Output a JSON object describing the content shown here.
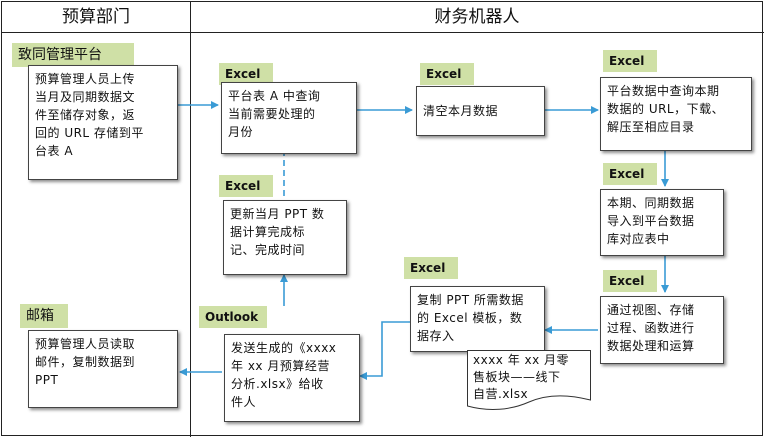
{
  "lanes": {
    "left": "预算部门",
    "right": "财务机器人"
  },
  "tags": {
    "zhitong": "致同管理平台",
    "mail": "邮箱",
    "excel": "Excel",
    "outlook": "Outlook"
  },
  "boxes": {
    "upload": "预算管理人员上传\n当月及同期数据文\n件至储存对象，返\n回的 URL 存储到平\n台表 A",
    "query_a": "平台表 A 中查询\n当前需要处理的\n月份",
    "clear": "清空本月数据",
    "query_url": "平台数据中查询本期\n数据的 URL，下载、\n解压至相应目录",
    "import": "本期、同期数据\n导入到平台数据\n库对应表中",
    "process": "通过视图、存储\n过程、函数进行\n数据处理和运算",
    "copy": "复制 PPT 所需数据\n的 Excel 模板，数\n据存入",
    "update": "更新当月 PPT 数\n据计算完成标\n记、完成时间",
    "send": "发送生成的《xxxx\n年 xx 月预算经营\n分析.xlsx》给收\n件人",
    "read": "预算管理人员读取\n邮件，复制数据到\nPPT"
  },
  "document": {
    "text": "xxxx 年 xx 月零\n售板块——线下\n自营.xlsx"
  },
  "colors": {
    "arrow": "#3a9bd5",
    "tag_bg": "#cfe0a6"
  }
}
